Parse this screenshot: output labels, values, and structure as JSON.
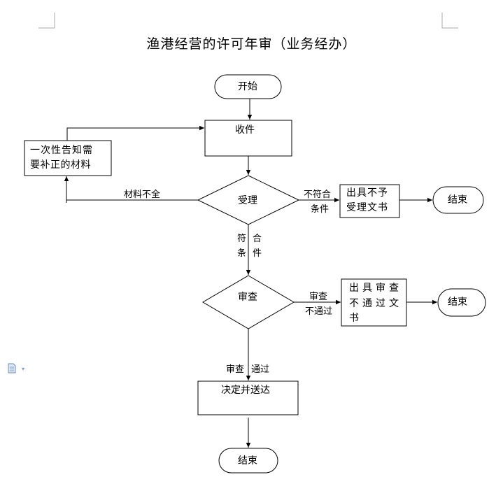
{
  "title": "渔港经营的许可年审（业务经办）",
  "nodes": {
    "start": "开始",
    "receive": "收件",
    "notify_line1": "一次性告知需",
    "notify_line2": "要补正的材料",
    "accept": "受理",
    "reject_accept_line1": "出具不予",
    "reject_accept_line2": "受理文书",
    "end1": "结束",
    "review": "审查",
    "reject_review_line1": "出具审查",
    "reject_review_line2": "不通过文",
    "reject_review_line3": "书",
    "end2": "结束",
    "decide": "决定并送达",
    "end3": "结束"
  },
  "edges": {
    "incomplete": "材料不全",
    "not_meet_1": "不符合",
    "not_meet_2": "条件",
    "meet_1a": "符",
    "meet_1b": "合",
    "meet_2a": "条",
    "meet_2b": "件",
    "review_fail_1": "审查",
    "review_fail_2": "不通过",
    "review_pass_1": "审查",
    "review_pass_2": "通过"
  }
}
